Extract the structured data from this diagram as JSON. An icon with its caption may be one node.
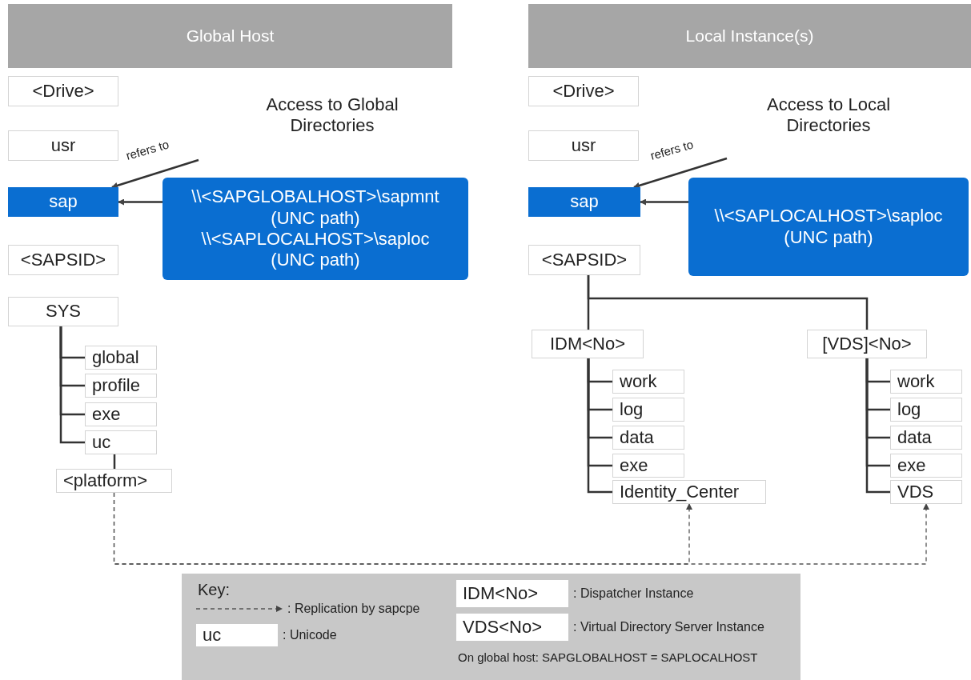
{
  "diagram": {
    "nodes": [
      {
        "text": [
          "Global Host"
        ]
      },
      {
        "text": [
          "Local Instance(s)"
        ]
      },
      {
        "text": [
          "<Drive>"
        ]
      },
      {
        "text": [
          "usr"
        ]
      },
      {
        "text": [
          "sap"
        ]
      },
      {
        "text": [
          "<SAPSID>"
        ]
      },
      {
        "text": [
          "SYS"
        ]
      },
      {
        "text": [
          "global"
        ]
      },
      {
        "text": [
          "profile"
        ]
      },
      {
        "text": [
          "exe"
        ]
      },
      {
        "text": [
          "uc"
        ]
      },
      {
        "text": [
          "<platform>"
        ]
      },
      {
        "text": [
          "\\\\<SAPGLOBALHOST>\\sapmnt (UNC path) \\\\<SAPLOCALHOST>\\saploc (UNC path)"
        ]
      },
      {
        "text": [
          "<Drive>"
        ]
      },
      {
        "text": [
          "usr"
        ]
      },
      {
        "text": [
          "sap"
        ]
      },
      {
        "text": [
          "<SAPSID>"
        ]
      },
      {
        "text": [
          "IDM<No>"
        ]
      },
      {
        "text": [
          "[VDS]<No>"
        ]
      },
      {
        "text": [
          "work"
        ]
      },
      {
        "text": [
          "log"
        ]
      },
      {
        "text": [
          "data"
        ]
      },
      {
        "text": [
          "exe"
        ]
      },
      {
        "text": [
          "Identity_Center"
        ]
      },
      {
        "text": [
          "work"
        ]
      },
      {
        "text": [
          "log"
        ]
      },
      {
        "text": [
          "data"
        ]
      },
      {
        "text": [
          "exe"
        ]
      },
      {
        "text": [
          "VDS"
        ]
      },
      {
        "text": [
          "\\\\<SAPLOCALHOST>\\saploc (UNC path)"
        ]
      },
      {
        "text": [
          "Key:"
        ]
      },
      {
        "text": [
          "uc"
        ],
        "in": 30,
        "beside": [
          ": Unicode"
        ]
      },
      {
        "text": [
          "IDM<No>"
        ],
        "in": 30,
        "beside": [
          ": Dispatcher Instance"
        ]
      },
      {
        "text": [
          "VDS<No>"
        ],
        "in": 30,
        "beside": [
          ": Virtual Directory Server Instance"
        ]
      }
    ],
    "edges": [
      {
        "from": 6,
        "to": 7,
        "arrow": "none"
      },
      {
        "from": 6,
        "to": 8,
        "arrow": "none"
      },
      {
        "from": 6,
        "to": 9,
        "arrow": "none"
      },
      {
        "from": 6,
        "to": 10,
        "arrow": "none"
      },
      {
        "from": 10,
        "to": 11,
        "arrow": "none"
      },
      {
        "from": 12,
        "to": 4,
        "arrow": "to"
      },
      {
        "from": 16,
        "to": 17,
        "arrow": "none"
      },
      {
        "from": 16,
        "to": 18,
        "arrow": "none"
      },
      {
        "from": 17,
        "to": 19,
        "arrow": "none"
      },
      {
        "from": 17,
        "to": 20,
        "arrow": "none"
      },
      {
        "from": 17,
        "to": 21,
        "arrow": "none"
      },
      {
        "from": 17,
        "to": 22,
        "arrow": "none"
      },
      {
        "from": 17,
        "to": 23,
        "arrow": "none"
      },
      {
        "from": 18,
        "to": 24,
        "arrow": "none"
      },
      {
        "from": 18,
        "to": 25,
        "arrow": "none"
      },
      {
        "from": 18,
        "to": 26,
        "arrow": "none"
      },
      {
        "from": 18,
        "to": 27,
        "arrow": "none"
      },
      {
        "from": 18,
        "to": 28,
        "arrow": "none"
      },
      {
        "from": 29,
        "to": 15,
        "arrow": "to"
      },
      {
        "from": 11,
        "to": 23,
        "arrow": "to",
        "style": "dashed"
      },
      {
        "from": 11,
        "to": 28,
        "arrow": "to",
        "style": "dashed"
      },
      {
        "from": null,
        "to": 4,
        "arrow": "to",
        "label": "refers to"
      },
      {
        "from": null,
        "to": 15,
        "arrow": "to",
        "label": "refers to"
      }
    ],
    "labels": [
      "Access to Global Directories",
      "Access to Local Directories",
      "On global host: SAPGLOBALHOST = SAPLOCALHOST"
    ],
    "legend": [
      {
        "text": ": Replication by sapcpe"
      }
    ]
  }
}
